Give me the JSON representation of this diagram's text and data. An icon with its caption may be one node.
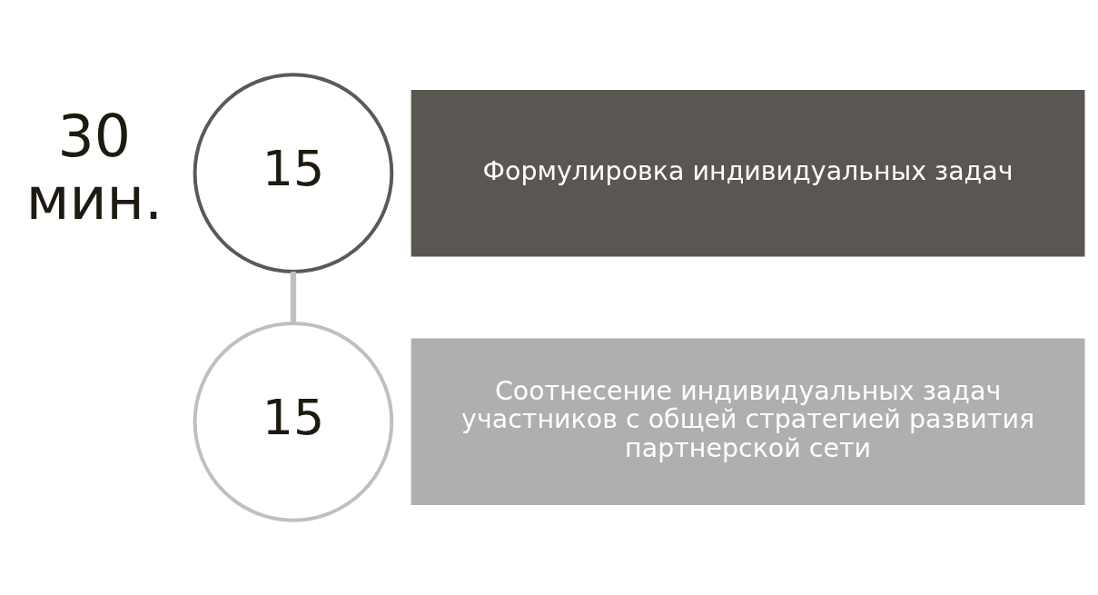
{
  "diagram": {
    "nodes": [
      {
        "text": [
          "15"
        ]
      },
      {
        "text": [
          "Формулировка индивидуальных задач"
        ]
      },
      {
        "text": [
          "15"
        ]
      },
      {
        "text": [
          "Соотнесение индивидуальных задач участников с общей стратегией развития партнерской сети"
        ]
      }
    ],
    "edges": [
      {
        "from": 0,
        "to": 2,
        "arrow": "none"
      }
    ],
    "labels": [
      "30 мин."
    ]
  }
}
